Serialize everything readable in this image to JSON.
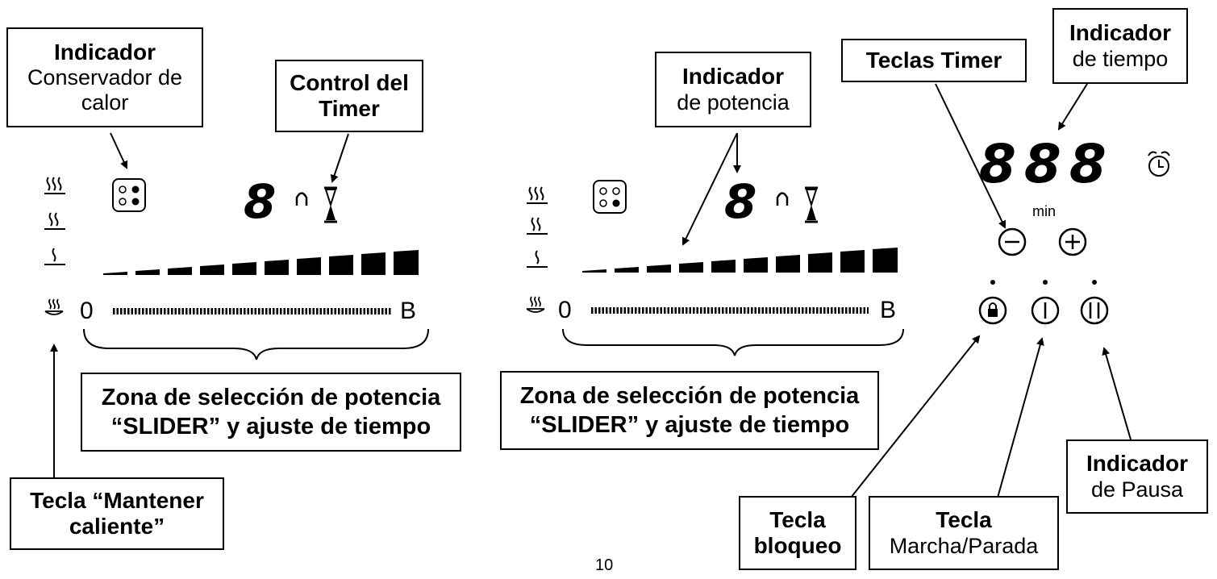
{
  "labels": {
    "conservador_title": "Indicador",
    "conservador_line1": "Conservador de",
    "conservador_line2": "calor",
    "timer_line1": "Control del",
    "timer_line2": "Timer",
    "potencia_title": "Indicador",
    "potencia_sub": "de potencia",
    "teclas_timer": "Teclas Timer",
    "tiempo_title": "Indicador",
    "tiempo_sub": "de tiempo",
    "zona1_line1": "Zona de selección de potencia",
    "zona1_line2": "“SLIDER” y ajuste de tiempo",
    "zona2_line1": "Zona de selección de potencia",
    "zona2_line2": "“SLIDER” y ajuste de tiempo",
    "mantener_line1": "Tecla “Mantener",
    "mantener_line2": "caliente”",
    "bloqueo_line1": "Tecla",
    "bloqueo_line2": "bloqueo",
    "marcha_line1": "Tecla",
    "marcha_line2": "Marcha/Parada",
    "pausa_title": "Indicador",
    "pausa_sub": "de Pausa"
  },
  "display": {
    "digit_left": "8",
    "digit_mid": "8",
    "timer_digits": "888",
    "min_label": "min",
    "slider_start_left": "0",
    "slider_end_left": "B",
    "slider_start_mid": "0",
    "slider_end_mid": "B"
  },
  "icons": [
    "heat-level-3-icon",
    "heat-level-2-icon",
    "heat-level-1-icon",
    "keep-warm-icon",
    "cooking-zones-icon",
    "hourglass-icon",
    "arch-icon",
    "alarm-clock-icon",
    "minus-icon",
    "plus-icon",
    "lock-icon",
    "power-icon",
    "pause-icon"
  ],
  "page_number": "10"
}
